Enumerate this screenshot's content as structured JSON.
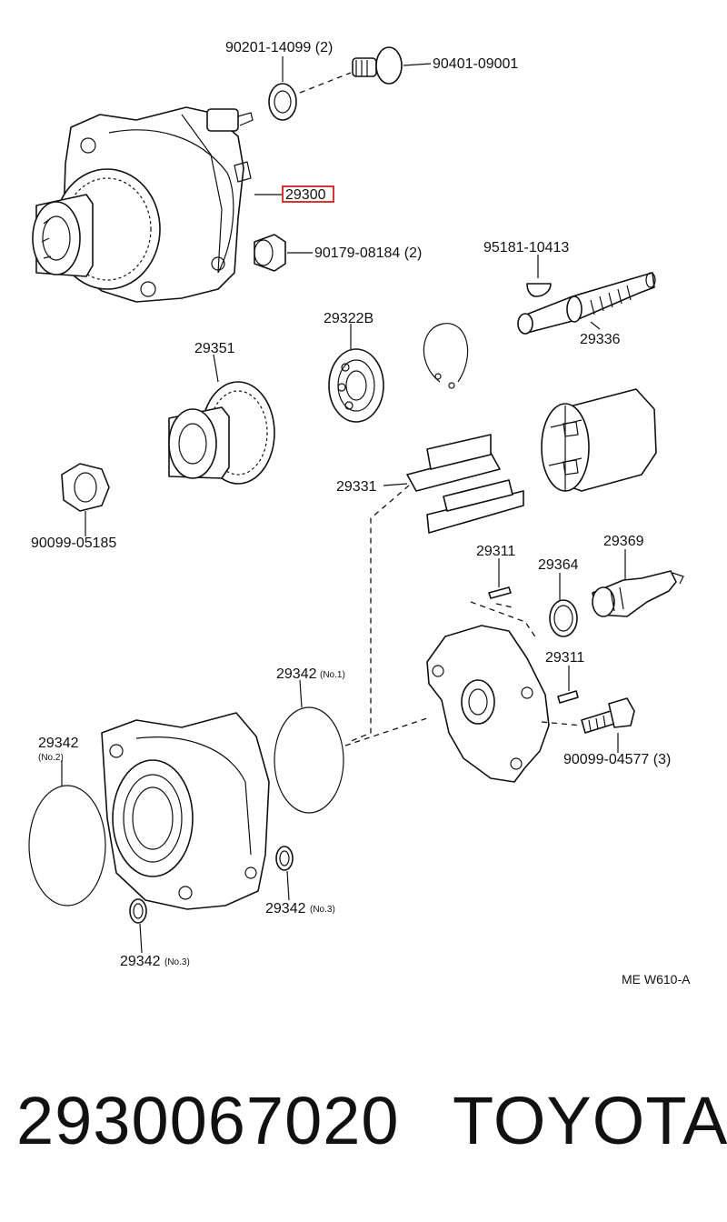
{
  "labels": {
    "oil_seal": "90201-14099 (2)",
    "plug": "90401-09001",
    "pump_assy": "29300",
    "bushing": "90179-08184 (2)",
    "key": "95181-10413",
    "bearing": "29322B",
    "shaft": "29336",
    "gear": "29351",
    "vane": "29331",
    "nut": "90099-05185",
    "pin_upper": "29311",
    "ring_gasket": "29364",
    "valve": "29369",
    "pin_lower": "29311",
    "oring_no1": "29342",
    "oring_no1_sub": "(No.1)",
    "oring_no2": "29342",
    "oring_no2_sub": "(No.2)",
    "bolt": "90099-04577 (3)",
    "oring_no3_right": "29342",
    "oring_no3_right_sub": "(No.3)",
    "oring_no3_left": "29342",
    "oring_no3_left_sub": "(No.3)",
    "diagram_code": "ME W610-A"
  },
  "highlight_color": "#d42020",
  "footer": {
    "part_number": "2930067020",
    "brand": "TOYOTA"
  }
}
